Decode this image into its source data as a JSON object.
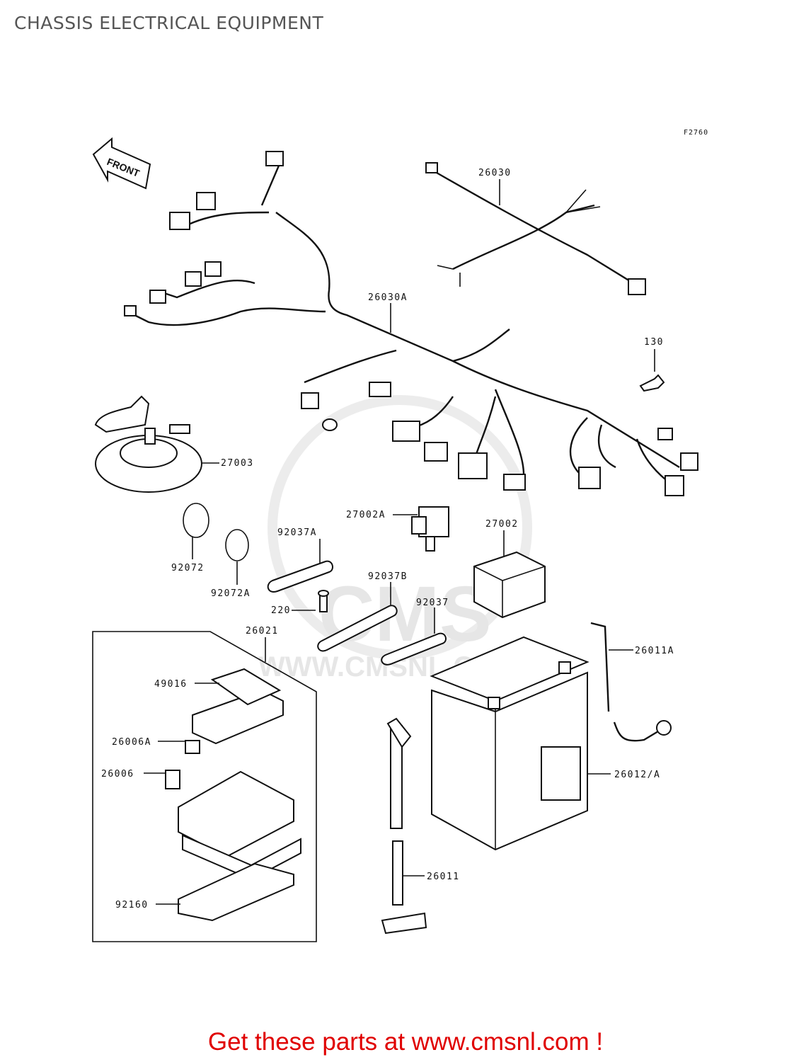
{
  "page_title": "CHASSIS ELECTRICAL EQUIPMENT",
  "figure_code": "F2760",
  "front_arrow_label": "FRONT",
  "watermark": {
    "brand": "CMS",
    "url": "WWW.CMSNL.COM"
  },
  "callouts": [
    {
      "id": "26030",
      "text": "26030"
    },
    {
      "id": "26030A",
      "text": "26030A"
    },
    {
      "id": "130",
      "text": "130"
    },
    {
      "id": "27003",
      "text": "27003"
    },
    {
      "id": "27002A",
      "text": "27002A"
    },
    {
      "id": "27002",
      "text": "27002"
    },
    {
      "id": "92037A",
      "text": "92037A"
    },
    {
      "id": "92072",
      "text": "92072"
    },
    {
      "id": "92072A",
      "text": "92072A"
    },
    {
      "id": "92037B",
      "text": "92037B"
    },
    {
      "id": "92037",
      "text": "92037"
    },
    {
      "id": "220",
      "text": "220"
    },
    {
      "id": "26021",
      "text": "26021"
    },
    {
      "id": "26011A",
      "text": "26011A"
    },
    {
      "id": "49016",
      "text": "49016"
    },
    {
      "id": "26006A",
      "text": "26006A"
    },
    {
      "id": "26006",
      "text": "26006"
    },
    {
      "id": "26012A",
      "text": "26012/A"
    },
    {
      "id": "26011",
      "text": "26011"
    },
    {
      "id": "92160",
      "text": "92160"
    }
  ],
  "footer": {
    "text": "Get these parts at www.cmsnl.com !"
  }
}
